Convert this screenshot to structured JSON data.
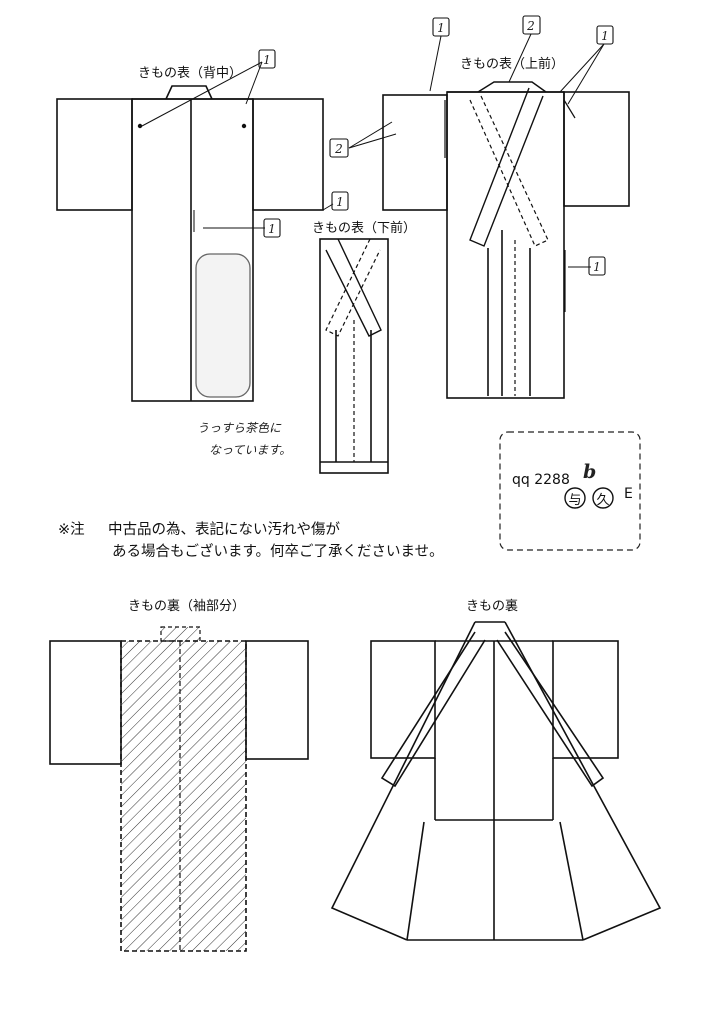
{
  "labels": {
    "front_back": "きもの表（背中）",
    "front_upper": "きもの表（上前）",
    "front_lower": "きもの表（下前）",
    "lining_sleeve": "きもの裏（袖部分）",
    "lining": "きもの裏"
  },
  "markers": {
    "one": "1",
    "two": "2"
  },
  "handwritten_note": {
    "line1": "うっすら茶色に",
    "line2": "なっています。"
  },
  "notice": {
    "prefix": "※注",
    "line1": "中古品の為、表記にない汚れや傷が",
    "line2": "ある場合もございます。何卒ご了承くださいませ。"
  },
  "stock_box": {
    "code": "qq 2288",
    "suffix": "b",
    "stamp1": "与",
    "stamp2": "久",
    "grade": "E"
  },
  "colors": {
    "ink": "#111111",
    "stain": "#c8c8c8",
    "paper": "#ffffff"
  }
}
